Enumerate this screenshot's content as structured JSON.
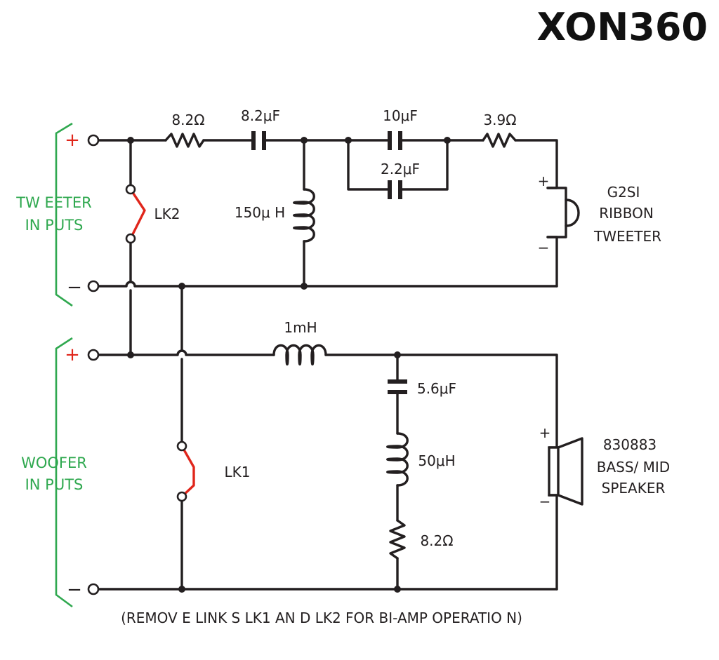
{
  "title": "XON360",
  "tweeter_inputs": {
    "line1": "TW EETER",
    "line2": "IN PUTS",
    "plus": "+",
    "minus": "−"
  },
  "woofer_inputs": {
    "line1": "WOOFER",
    "line2": "IN PUTS",
    "plus": "+",
    "minus": "−"
  },
  "components": {
    "r_tweeter_in": "8.2Ω",
    "c_tweeter_series": "8.2μF",
    "l_tweeter_shunt": "150μ H",
    "c_parallel_top": "10μF",
    "c_parallel_bottom": "2.2μF",
    "r_tweeter_out": "3.9Ω",
    "l_woofer_series": "1mH",
    "c_woofer_zobel": "5.6μF",
    "l_woofer_zobel": "50μH",
    "r_woofer_zobel": "8.2Ω"
  },
  "links": {
    "lk1": "LK1",
    "lk2": "LK2"
  },
  "tweeter": {
    "line1": "G2SI",
    "line2": "RIBBON",
    "line3": "TWEETER",
    "plus": "+",
    "minus": "−"
  },
  "woofer": {
    "line1": "830883",
    "line2": "BASS/ MID",
    "line3": "SPEAKER",
    "plus": "+",
    "minus": "−"
  },
  "note": "(REMOV E LINK S LK1 AN D LK2 FOR BI-AMP OPERATIO N)",
  "colors": {
    "wire": "#231f20",
    "link": "#e0261b",
    "input_label": "#2fa84f",
    "plus_sign": "#e0261b"
  }
}
